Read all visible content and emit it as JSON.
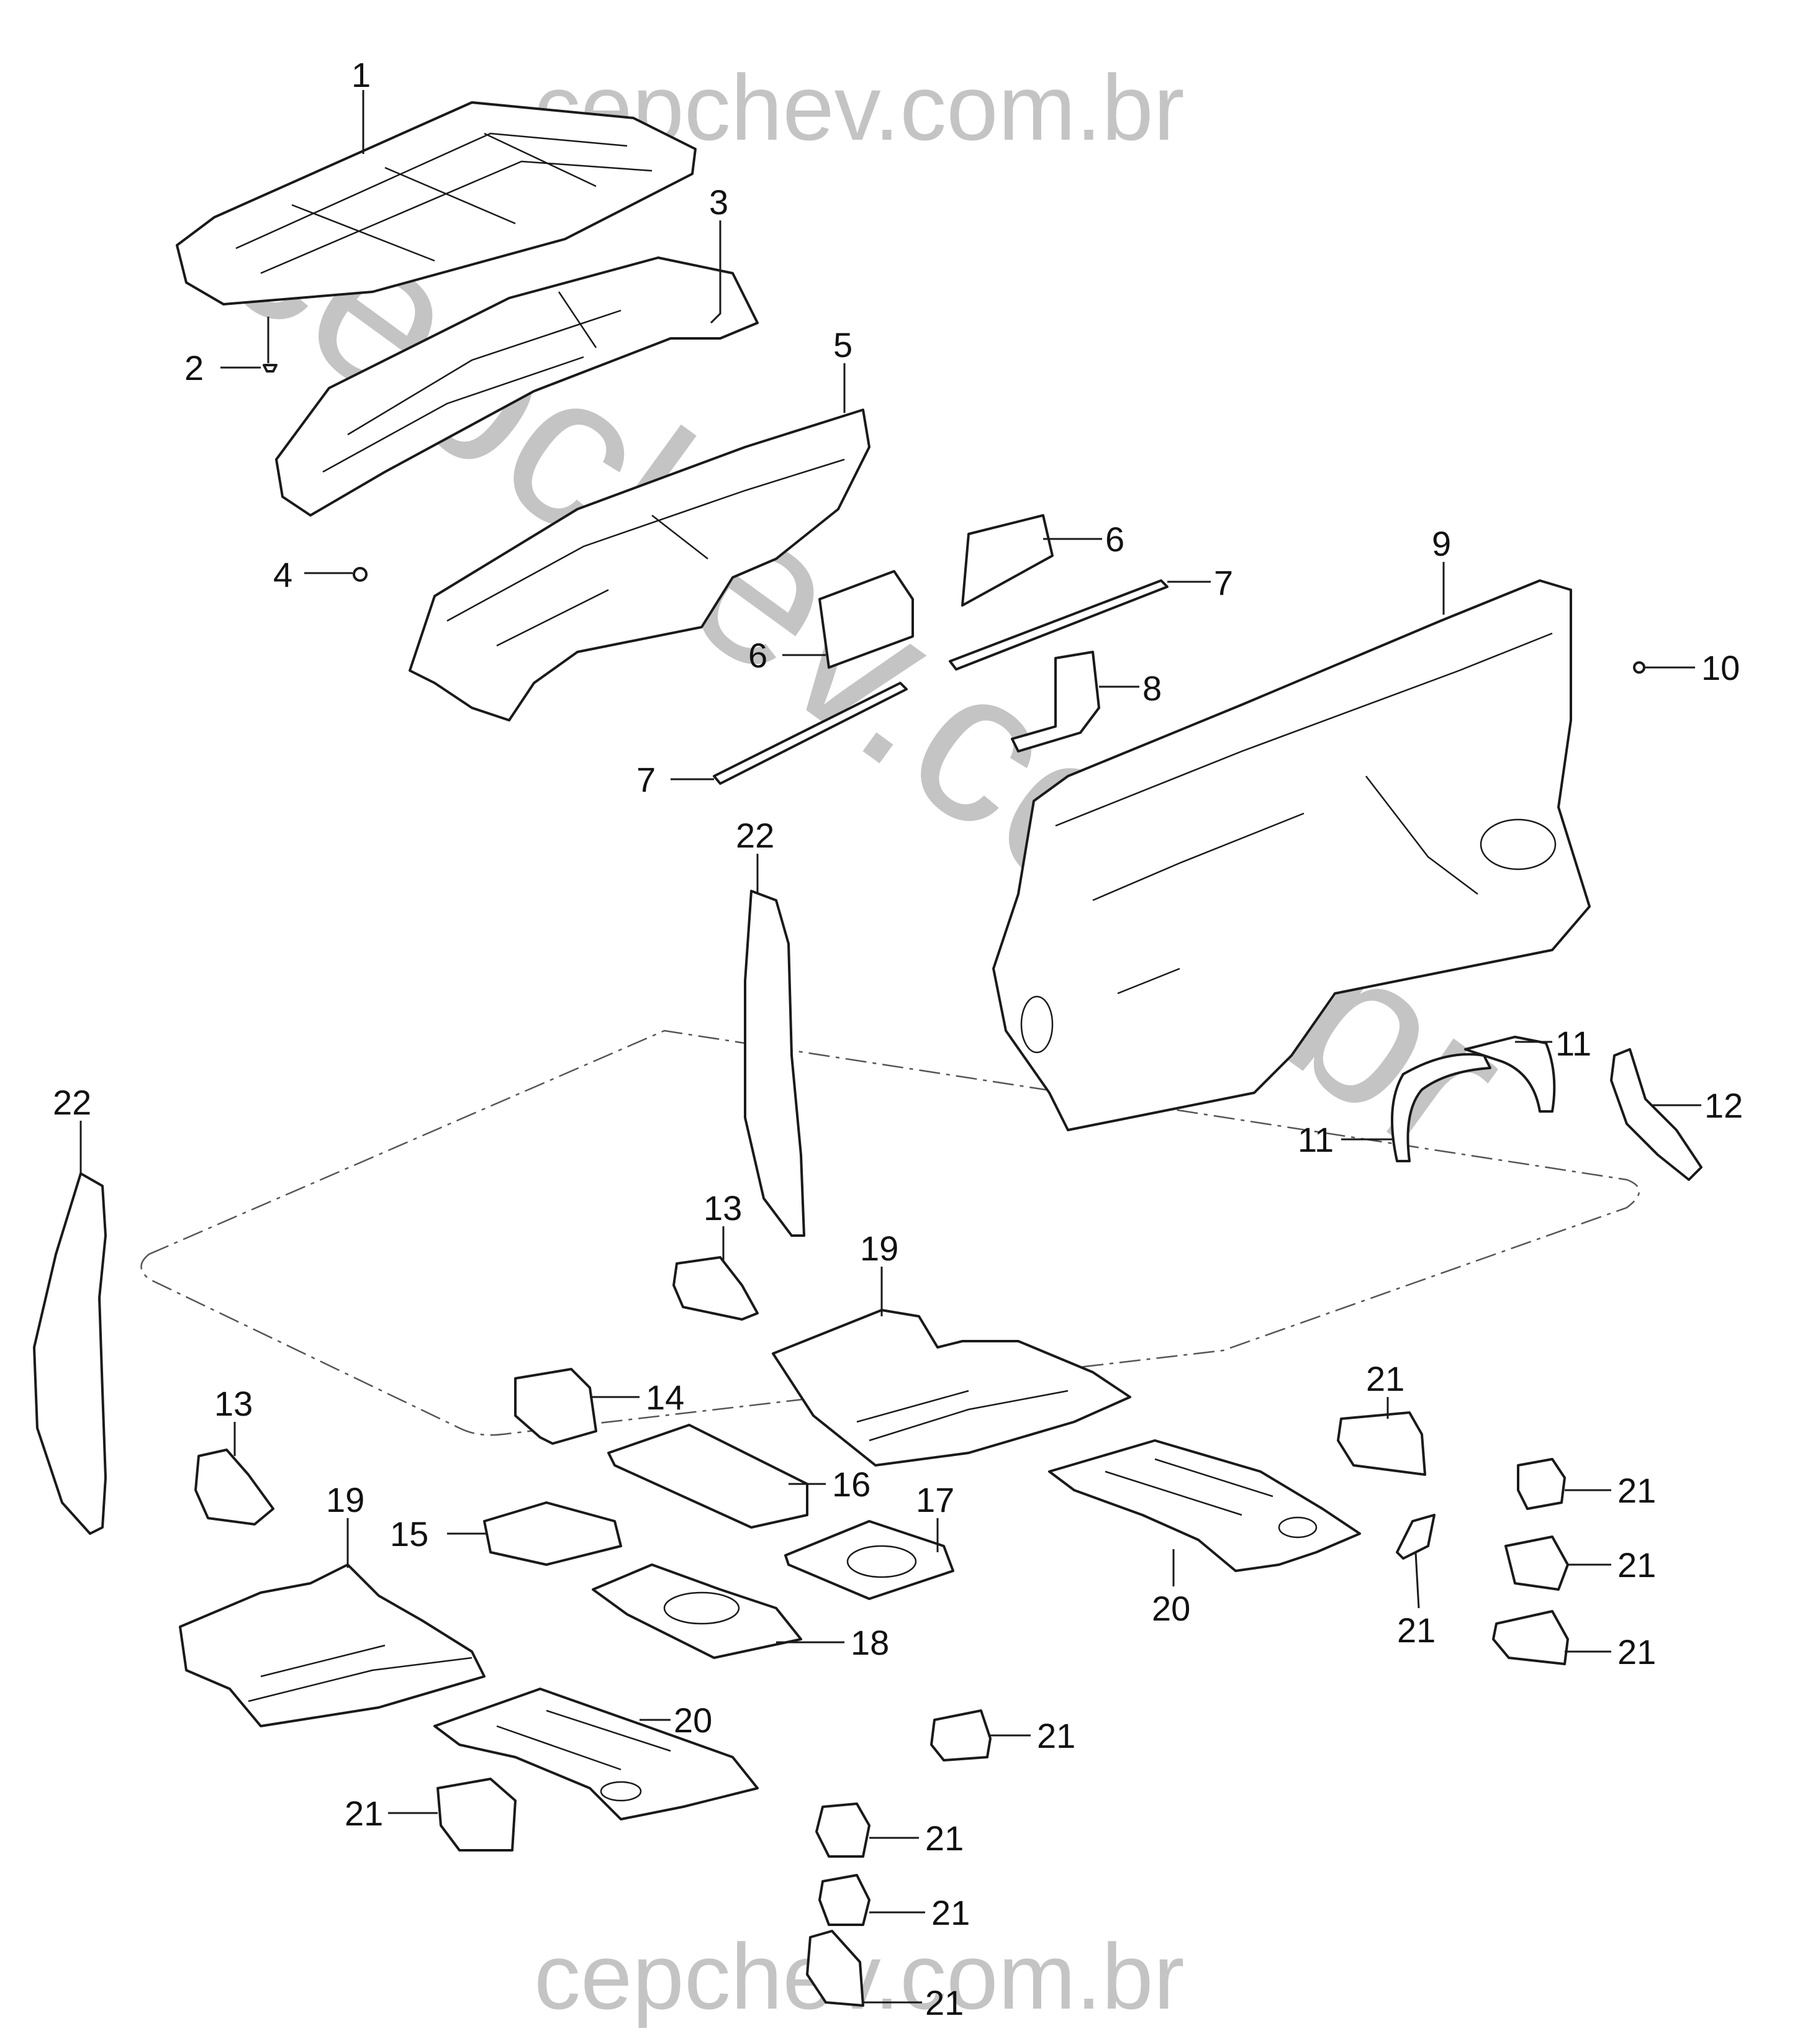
{
  "watermark": {
    "top": "cepchev.com.br",
    "diagonal": "cepchev.com.br",
    "bottom": "cepchev.com.br",
    "color": "#c4c4c4"
  },
  "callouts": [
    "1",
    "2",
    "3",
    "4",
    "5",
    "6",
    "6",
    "7",
    "7",
    "8",
    "9",
    "10",
    "11",
    "11",
    "12",
    "13",
    "13",
    "14",
    "15",
    "16",
    "17",
    "18",
    "19",
    "19",
    "20",
    "20",
    "21",
    "21",
    "21",
    "21",
    "21",
    "21",
    "21",
    "21",
    "21",
    "21",
    "22",
    "22"
  ]
}
